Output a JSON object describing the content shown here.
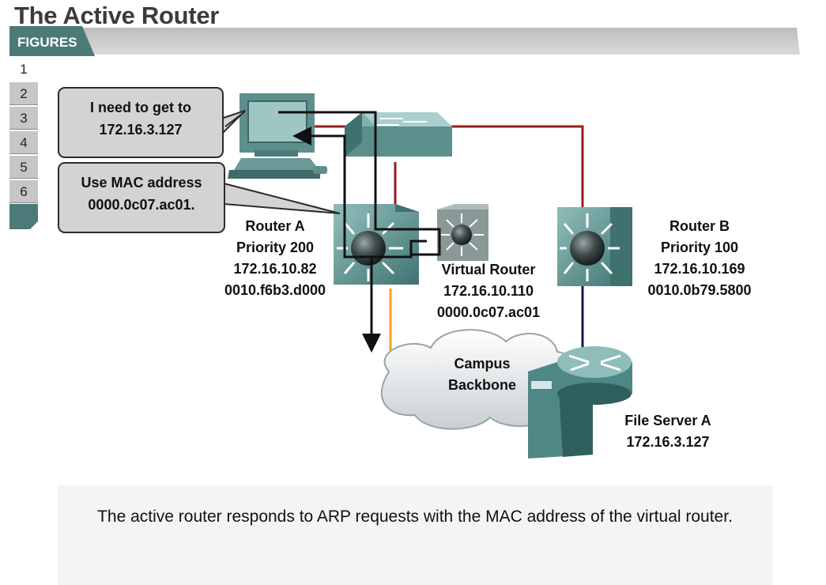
{
  "header": {
    "title": "The Active Router",
    "tab_label": "FIGURES"
  },
  "figure_nav": [
    "1",
    "2",
    "3",
    "4",
    "5",
    "6"
  ],
  "bubbles": {
    "request": [
      "I need to get to",
      "172.16.3.127"
    ],
    "reply": [
      "Use MAC address",
      "0000.0c07.ac01."
    ]
  },
  "router_a": [
    "Router A",
    "Priority 200",
    "172.16.10.82",
    "0010.f6b3.d000"
  ],
  "virtual_router": [
    "Virtual Router",
    "172.16.10.110",
    "0000.0c07.ac01"
  ],
  "router_b": [
    "Router B",
    "Priority 100",
    "172.16.10.169",
    "0010.0b79.5800"
  ],
  "backbone": [
    "Campus",
    "Backbone"
  ],
  "file_server": [
    "File Server A",
    "172.16.3.127"
  ],
  "caption": "The active router responds to ARP requests with the MAC address of the virtual router.",
  "colors": {
    "red_link": "#9b1b1b",
    "orange_link": "#f0a020",
    "navy_link": "#14145a",
    "device_teal": "#4f8785"
  }
}
